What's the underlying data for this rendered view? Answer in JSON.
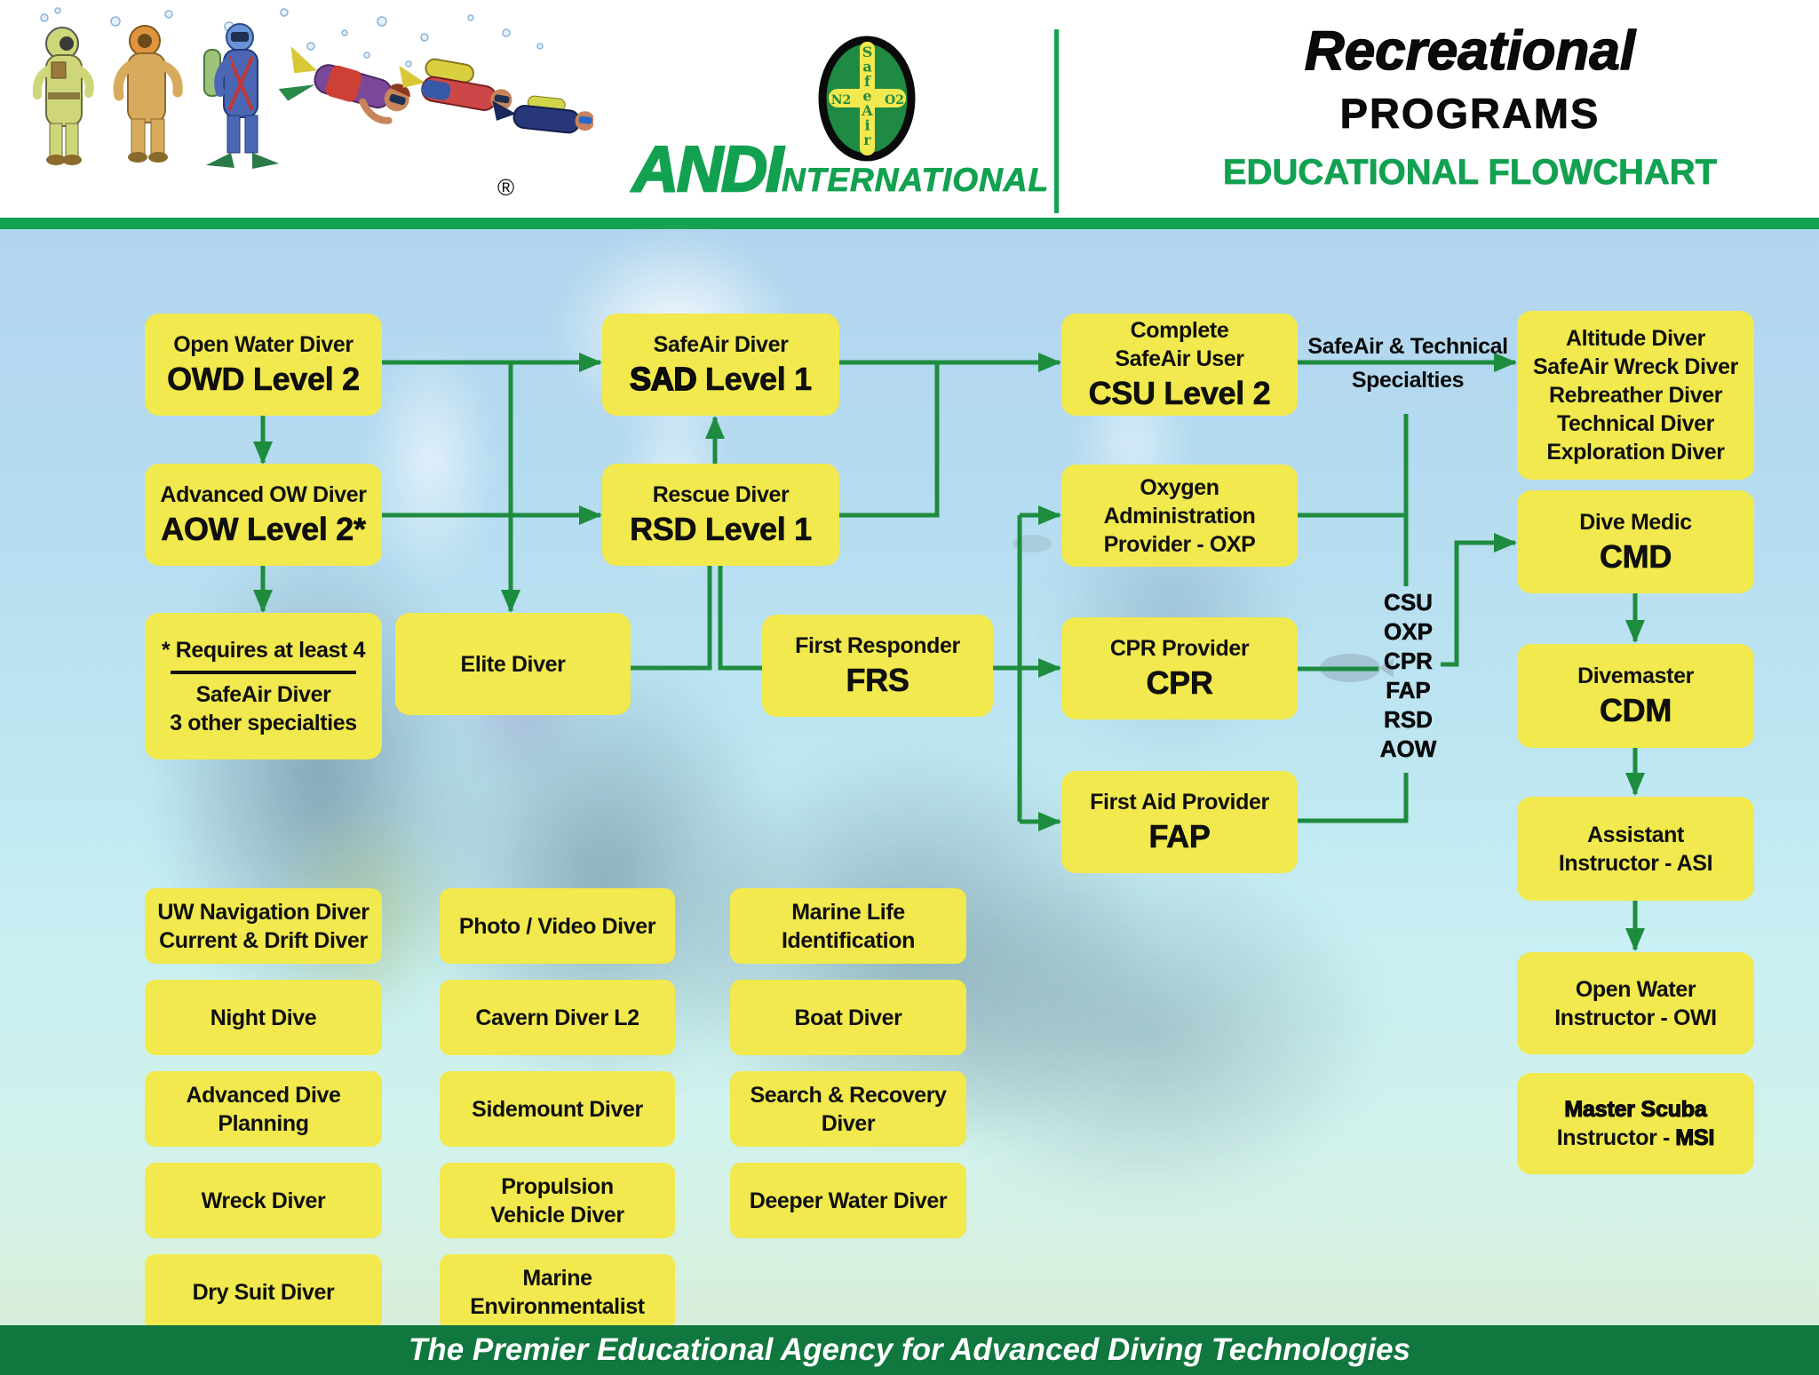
{
  "header": {
    "brand": "ANDI",
    "brand_suffix": "NTERNATIONAL",
    "registered_mark": "®",
    "safeair_badge": {
      "word": "SafeAir",
      "left_arm": "N2",
      "right_arm": "O2"
    },
    "title_italic": "Recreational",
    "title_caps": "PROGRAMS",
    "subtitle": "EDUCATIONAL FLOWCHART"
  },
  "labels": {
    "csu_to_specialties_line1": "SafeAir & Technical",
    "csu_to_specialties_line2": "Specialties",
    "prereq_chain": [
      "CSU",
      "OXP",
      "CPR",
      "FAP",
      "RSD",
      "AOW"
    ]
  },
  "boxes": {
    "owd": {
      "name": "box-open-water-diver",
      "lines": [
        [
          {
            "t": "Open Water Diver",
            "s": "t"
          }
        ],
        [
          {
            "t": "OWD Level 2",
            "s": "c"
          }
        ]
      ]
    },
    "sad": {
      "name": "box-safeair-diver",
      "lines": [
        [
          {
            "t": "SafeAir Diver",
            "s": "t"
          }
        ],
        [
          {
            "t": "SAD",
            "s": "ch"
          },
          {
            "t": " Level 1",
            "s": "c"
          }
        ]
      ]
    },
    "csu": {
      "name": "box-complete-safeair-user",
      "lines": [
        [
          {
            "t": "Complete",
            "s": "t"
          }
        ],
        [
          {
            "t": "SafeAir User",
            "s": "t"
          }
        ],
        [
          {
            "t": "CSU Level 2",
            "s": "c"
          }
        ]
      ]
    },
    "altitude": {
      "name": "box-safeair-technical-specialties",
      "lines": [
        [
          {
            "t": "Altitude Diver",
            "s": "t"
          }
        ],
        [
          {
            "t": "SafeAir Wreck Diver",
            "s": "t"
          }
        ],
        [
          {
            "t": "Rebreather Diver",
            "s": "t"
          }
        ],
        [
          {
            "t": "Technical Diver",
            "s": "t"
          }
        ],
        [
          {
            "t": "Exploration Diver",
            "s": "t"
          }
        ]
      ]
    },
    "aow": {
      "name": "box-advanced-ow-diver",
      "lines": [
        [
          {
            "t": "Advanced OW Diver",
            "s": "t"
          }
        ],
        [
          {
            "t": "AOW Level 2*",
            "s": "c"
          }
        ]
      ]
    },
    "rsd": {
      "name": "box-rescue-diver",
      "lines": [
        [
          {
            "t": "Rescue Diver",
            "s": "t"
          }
        ],
        [
          {
            "t": "RSD Level 1",
            "s": "c"
          }
        ]
      ]
    },
    "oxp": {
      "name": "box-oxygen-administration-provider",
      "lines": [
        [
          {
            "t": "Oxygen",
            "s": "t"
          }
        ],
        [
          {
            "t": "Administration",
            "s": "t"
          }
        ],
        [
          {
            "t": "Provider - OXP",
            "s": "t"
          }
        ]
      ]
    },
    "requires": {
      "name": "box-aow-requirements-note",
      "lines": [
        [
          {
            "t": "* Requires at least 4",
            "s": "t"
          }
        ],
        [
          {
            "rule": true
          }
        ],
        [
          {
            "t": "SafeAir Diver",
            "s": "t"
          }
        ],
        [
          {
            "t": "3 other specialties",
            "s": "t"
          }
        ]
      ]
    },
    "elite": {
      "name": "box-elite-diver",
      "lines": [
        [
          {
            "t": "Elite Diver",
            "s": "t"
          }
        ]
      ]
    },
    "frs": {
      "name": "box-first-responder",
      "lines": [
        [
          {
            "t": "First Responder",
            "s": "t"
          }
        ],
        [
          {
            "t": "FRS",
            "s": "c"
          }
        ]
      ]
    },
    "cpr": {
      "name": "box-cpr-provider",
      "lines": [
        [
          {
            "t": "CPR Provider",
            "s": "t"
          }
        ],
        [
          {
            "t": "CPR",
            "s": "c"
          }
        ]
      ]
    },
    "fap": {
      "name": "box-first-aid-provider",
      "lines": [
        [
          {
            "t": "First Aid Provider",
            "s": "t"
          }
        ],
        [
          {
            "t": "FAP",
            "s": "c"
          }
        ]
      ]
    },
    "cmd": {
      "name": "box-dive-medic",
      "lines": [
        [
          {
            "t": "Dive Medic",
            "s": "t"
          }
        ],
        [
          {
            "t": "CMD",
            "s": "c"
          }
        ]
      ]
    },
    "cdm": {
      "name": "box-divemaster",
      "lines": [
        [
          {
            "t": "Divemaster",
            "s": "t"
          }
        ],
        [
          {
            "t": "CDM",
            "s": "c"
          }
        ]
      ]
    },
    "asi": {
      "name": "box-assistant-instructor",
      "lines": [
        [
          {
            "t": "Assistant",
            "s": "t"
          }
        ],
        [
          {
            "t": "Instructor - ASI",
            "s": "t"
          }
        ]
      ]
    },
    "owi": {
      "name": "box-open-water-instructor",
      "lines": [
        [
          {
            "t": "Open Water",
            "s": "t"
          }
        ],
        [
          {
            "t": "Instructor - OWI",
            "s": "t"
          }
        ]
      ]
    },
    "msi": {
      "name": "box-master-scuba-instructor",
      "lines": [
        [
          {
            "t": "Master Scuba",
            "s": "th"
          }
        ],
        [
          {
            "t": "Instructor - ",
            "s": "t"
          },
          {
            "t": "MSI",
            "s": "th"
          }
        ]
      ]
    },
    "a1": {
      "name": "box-uw-navigation-current-drift",
      "lines": [
        [
          {
            "t": "UW Navigation Diver",
            "s": "t"
          }
        ],
        [
          {
            "t": "Current & Drift Diver",
            "s": "t"
          }
        ]
      ]
    },
    "a2": {
      "name": "box-night-dive",
      "lines": [
        [
          {
            "t": "Night Dive",
            "s": "t"
          }
        ]
      ]
    },
    "a3": {
      "name": "box-advanced-dive-planning",
      "lines": [
        [
          {
            "t": "Advanced Dive",
            "s": "t"
          }
        ],
        [
          {
            "t": "Planning",
            "s": "t"
          }
        ]
      ]
    },
    "a4": {
      "name": "box-wreck-diver",
      "lines": [
        [
          {
            "t": "Wreck Diver",
            "s": "t"
          }
        ]
      ]
    },
    "a5": {
      "name": "box-dry-suit-diver",
      "lines": [
        [
          {
            "t": "Dry Suit Diver",
            "s": "t"
          }
        ]
      ]
    },
    "b1": {
      "name": "box-photo-video-diver",
      "lines": [
        [
          {
            "t": "Photo / Video Diver",
            "s": "t"
          }
        ]
      ]
    },
    "b2": {
      "name": "box-cavern-diver-l2",
      "lines": [
        [
          {
            "t": "Cavern Diver L2",
            "s": "t"
          }
        ]
      ]
    },
    "b3": {
      "name": "box-sidemount-diver",
      "lines": [
        [
          {
            "t": "Sidemount Diver",
            "s": "t"
          }
        ]
      ]
    },
    "b4": {
      "name": "box-propulsion-vehicle-diver",
      "lines": [
        [
          {
            "t": "Propulsion",
            "s": "t"
          }
        ],
        [
          {
            "t": "Vehicle Diver",
            "s": "t"
          }
        ]
      ]
    },
    "b5": {
      "name": "box-marine-environmentalist",
      "lines": [
        [
          {
            "t": "Marine",
            "s": "t"
          }
        ],
        [
          {
            "t": "Environmentalist",
            "s": "t"
          }
        ]
      ]
    },
    "c1": {
      "name": "box-marine-life-identification",
      "lines": [
        [
          {
            "t": "Marine Life",
            "s": "t"
          }
        ],
        [
          {
            "t": "Identification",
            "s": "t"
          }
        ]
      ]
    },
    "c2": {
      "name": "box-boat-diver",
      "lines": [
        [
          {
            "t": "Boat Diver",
            "s": "t"
          }
        ]
      ]
    },
    "c3": {
      "name": "box-search-recovery-diver",
      "lines": [
        [
          {
            "t": "Search & Recovery",
            "s": "t"
          }
        ],
        [
          {
            "t": "Diver",
            "s": "t"
          }
        ]
      ]
    },
    "c4": {
      "name": "box-deeper-water-diver",
      "lines": [
        [
          {
            "t": "Deeper Water Diver",
            "s": "t"
          }
        ]
      ]
    }
  },
  "footer": {
    "tagline": "The Premier Educational Agency for Advanced Diving Technologies"
  },
  "colors": {
    "accent_green": "#12A150",
    "connector_green": "#1E8C3E",
    "box_yellow": "#F1E94D",
    "footer_green": "#10773E",
    "background_blue": "#B5DBF0"
  }
}
